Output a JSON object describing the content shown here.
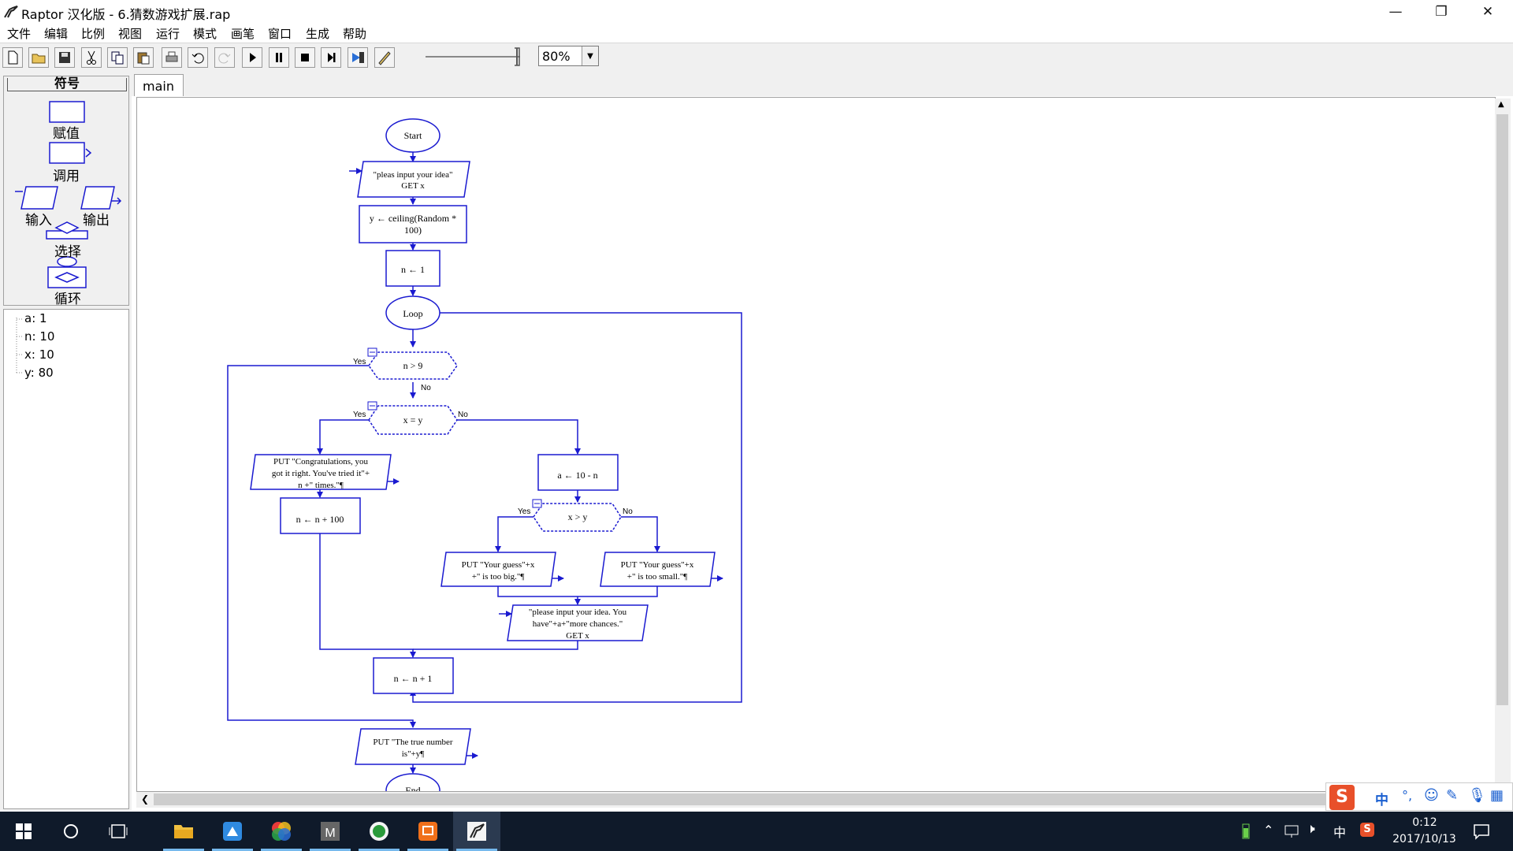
{
  "window": {
    "title": "Raptor 汉化版 - 6.猜数游戏扩展.rap",
    "minimize_icon": "minimize-icon",
    "maximize_icon": "restore-icon",
    "close_icon": "close-icon"
  },
  "menu": [
    "文件",
    "编辑",
    "比例",
    "视图",
    "运行",
    "模式",
    "画笔",
    "窗口",
    "生成",
    "帮助"
  ],
  "toolbar": {
    "buttons": [
      "new-icon",
      "open-icon",
      "save-icon",
      "cut-icon",
      "copy-icon",
      "paste-icon",
      "print-icon",
      "undo-icon",
      "redo-icon",
      "run-icon",
      "pause-icon",
      "stop-icon",
      "step-icon",
      "run-to-end-icon",
      "pen-icon"
    ],
    "zoom": "80%"
  },
  "symbols": {
    "header": "符号",
    "assign": "赋值",
    "call": "调用",
    "input": "输入",
    "output": "输出",
    "select": "选择",
    "loop": "循环"
  },
  "variables": [
    "a: 1",
    "n: 10",
    "x: 10",
    "y: 80"
  ],
  "tab": "main",
  "flowchart": {
    "start": "Start",
    "input1_l1": "\"pleas input your idea\"",
    "input1_l2": "GET x",
    "assign_y_l1": "y ← ceiling(Random *",
    "assign_y_l2": "100)",
    "assign_n": "n ← 1",
    "loop": "Loop",
    "cond1": "n > 9",
    "cond2": "x = y",
    "cond3": "x > y",
    "yes": "Yes",
    "no": "No",
    "put_congrats_l1": "PUT \"Congratulations, you",
    "put_congrats_l2": "got it right. You've tried it\"+",
    "put_congrats_l3": "n +\" times.\"¶",
    "assign_n100": "n ← n + 100",
    "assign_a": "a ← 10 - n",
    "put_big_l1": "PUT \"Your guess\"+x",
    "put_big_l2": "+\" is too big.\"¶",
    "put_small_l1": "PUT \"Your guess\"+x",
    "put_small_l2": "+\" is too small.\"¶",
    "input2_l1": "\"please input your idea. You",
    "input2_l2": "have\"+a+\"more chances.\"",
    "input2_l3": "GET x",
    "assign_n1": "n ← n + 1",
    "put_true_l1": "PUT \"The true number",
    "put_true_l2": "is\"+y¶",
    "end": "End"
  },
  "taskbar": {
    "apps": [
      "file-explorer-icon",
      "feishu-icon",
      "color-app-icon",
      "m-app-icon",
      "green-app-icon",
      "orange-app-icon",
      "raptor-icon"
    ],
    "time": "0:12",
    "date": "2017/10/13",
    "ime_lang": "中"
  }
}
